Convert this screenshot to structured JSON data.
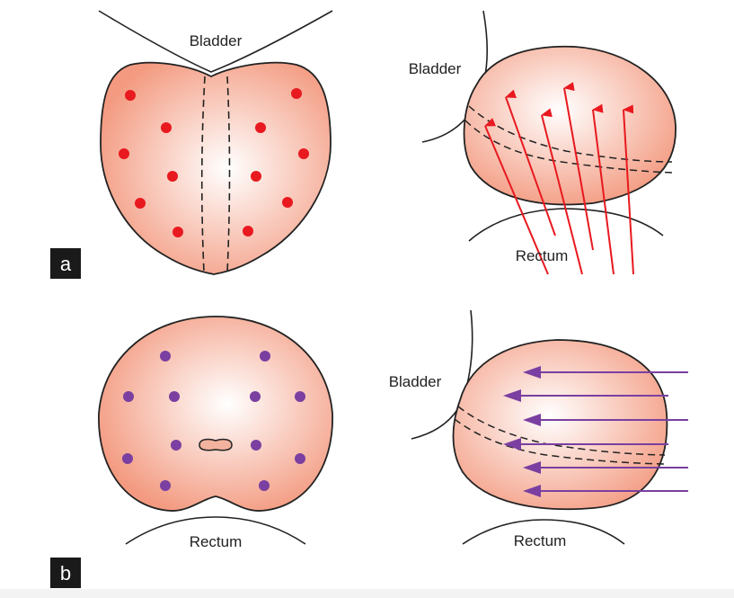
{
  "colors": {
    "gland_center": "#ffffff",
    "gland_edge": "#f39a80",
    "outline": "#222222",
    "red_marker": "#e8191f",
    "purple_marker": "#7a3fa0",
    "label_box": "#1a1a1a"
  },
  "panel_a": {
    "letter": "a",
    "left_view": {
      "top_label": "Bladder"
    },
    "right_view": {
      "bladder_label": "Bladder",
      "rectum_label": "Rectum"
    }
  },
  "panel_b": {
    "letter": "b",
    "left_view": {
      "bottom_label": "Rectum"
    },
    "right_view": {
      "bladder_label": "Bladder",
      "rectum_label": "Rectum"
    }
  }
}
